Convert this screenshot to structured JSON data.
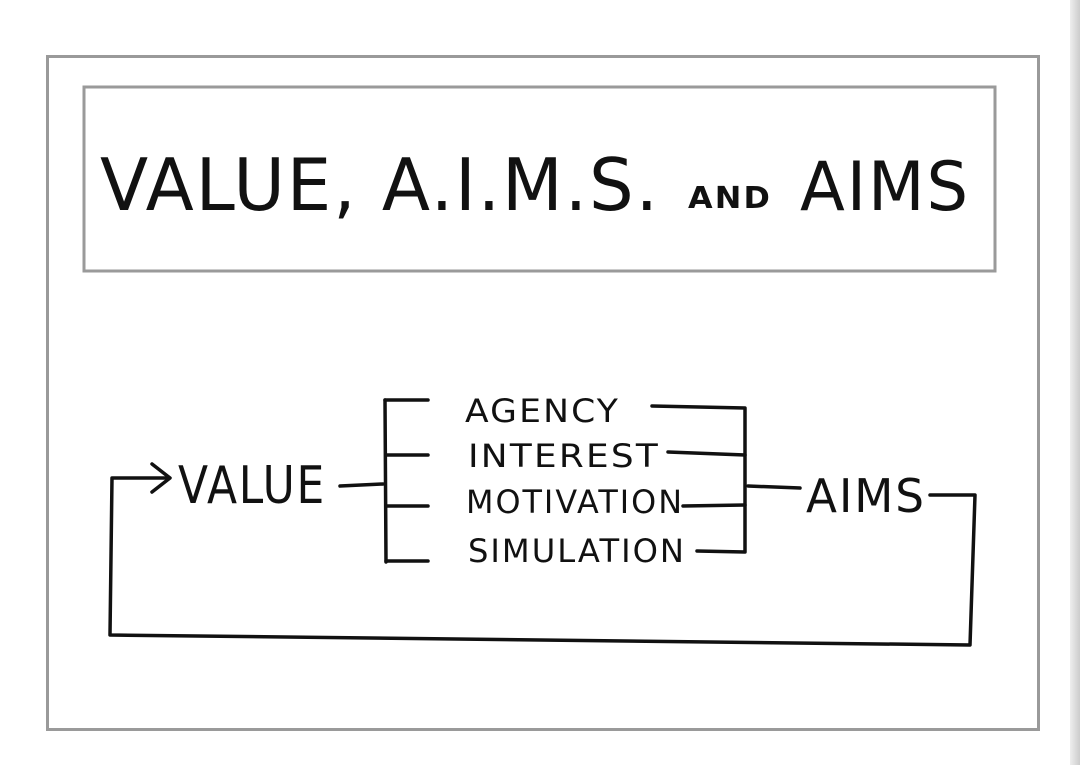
{
  "title": {
    "main": "VALUE, A.I.M.S.",
    "connector": "AND",
    "end": "AIMS"
  },
  "diagram": {
    "source": "VALUE",
    "components": [
      "AGENCY",
      "INTEREST",
      "MOTIVATION",
      "SIMULATION"
    ],
    "target": "AIMS"
  }
}
